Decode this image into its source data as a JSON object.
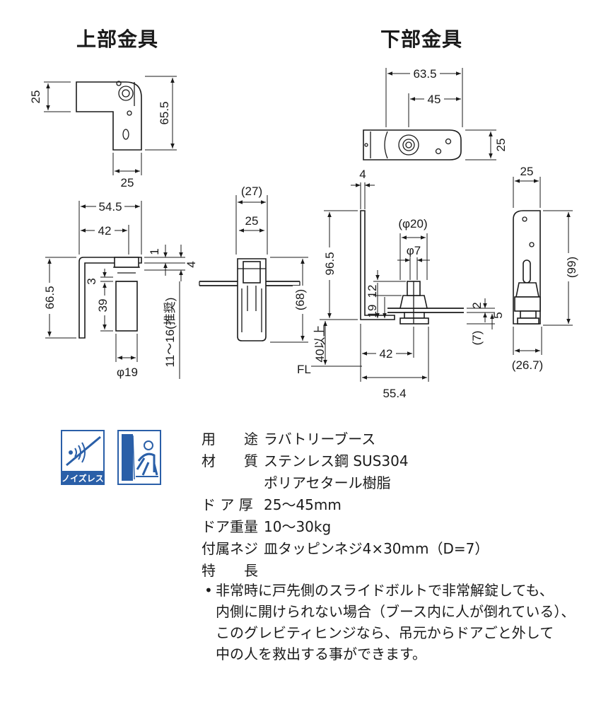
{
  "headings": {
    "upper": "上部金具",
    "lower": "下部金具"
  },
  "upper_dims": {
    "top_height": "25",
    "total_height": "65.5",
    "width_bottom": "25",
    "side_width_a": "54.5",
    "side_width_b": "42",
    "side_height": "66.5",
    "dim_3": "3",
    "dim_39": "39",
    "dia": "φ19",
    "dim_1": "1",
    "dim_4": "4",
    "range": "11～16(推奨)",
    "front_27": "(27)",
    "front_25": "25",
    "front_68": "(68)"
  },
  "lower_dims": {
    "w_63_5": "63.5",
    "w_45": "45",
    "h_25": "25",
    "t_4": "4",
    "dia20": "(φ20)",
    "dia7": "φ7",
    "h_96_5": "96.5",
    "v_12": "12",
    "v_19": "19",
    "w_42": "42",
    "above_40": "40以上",
    "fl": "FL",
    "w_55_4": "55.4",
    "v_2": "2",
    "v_5": "5",
    "v_7": "(7)",
    "side_25": "25",
    "side_99": "(99)",
    "side_26_7": "(26.7)"
  },
  "badges": {
    "noise": "ノイズレス"
  },
  "spec": [
    {
      "key": "用　　途",
      "value": "ラバトリーブース"
    },
    {
      "key": "材　　質",
      "value": "ステンレス鋼 SUS304"
    },
    {
      "key": "",
      "value": "ポリアセタール樹脂"
    },
    {
      "key": "ド ア 厚",
      "value": "25～45mm"
    },
    {
      "key": "ドア重量",
      "value": "10～30kg"
    },
    {
      "key": "付属ネジ",
      "value": "皿タッピンネジ4×30mm（D=7）"
    },
    {
      "key": "特　　長",
      "value": ""
    }
  ],
  "feature": [
    "非常時に戸先側のスライドボルトで非常解錠しても、",
    "内側に開けられない場合（ブース内に人が倒れている）、",
    "このグレビティヒンジなら、吊元からドアごと外して",
    "中の人を救出する事ができます。"
  ],
  "colors": {
    "badge_blue": "#2a5fa8",
    "ink": "#1a1a1a"
  }
}
